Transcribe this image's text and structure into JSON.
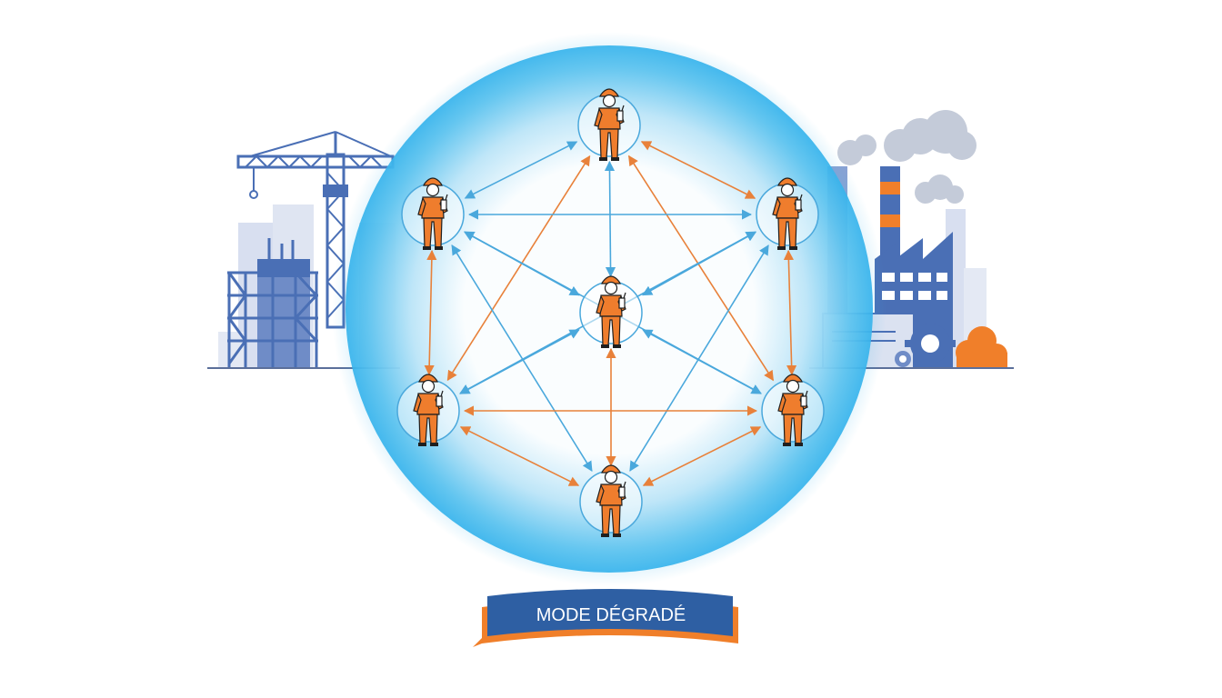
{
  "banner": {
    "label": "MODE DÉGRADÉ",
    "color_fill": "#2e5fa3",
    "color_accent": "#f07f2a",
    "color_text": "#ffffff"
  },
  "colors": {
    "bubble": "#38b4ec",
    "bubble_core": "#ffffff",
    "link_blue": "#4aa8dc",
    "link_orange": "#e8813a",
    "worker_orange": "#ef7d2d",
    "worker_outline": "#1f1f1f",
    "building_blue": "#4a6fb5",
    "building_light": "#c9d3ea",
    "smoke": "#c4cbd9",
    "ground": "#5b6f9a"
  },
  "icons": {
    "left_scene": "construction-site-icon",
    "right_scene": "factory-icon",
    "node": "worker-with-radio-icon"
  },
  "nodes": [
    {
      "id": "top"
    },
    {
      "id": "upper-left"
    },
    {
      "id": "upper-right"
    },
    {
      "id": "center"
    },
    {
      "id": "lower-left"
    },
    {
      "id": "lower-right"
    },
    {
      "id": "bottom"
    }
  ],
  "links": [
    {
      "from": "top",
      "to": "upper-left",
      "color": "blue"
    },
    {
      "from": "top",
      "to": "upper-right",
      "color": "orange"
    },
    {
      "from": "top",
      "to": "center",
      "color": "blue"
    },
    {
      "from": "top",
      "to": "lower-left",
      "color": "orange"
    },
    {
      "from": "top",
      "to": "lower-right",
      "color": "orange"
    },
    {
      "from": "upper-left",
      "to": "upper-right",
      "color": "blue"
    },
    {
      "from": "upper-left",
      "to": "center",
      "color": "blue"
    },
    {
      "from": "upper-left",
      "to": "lower-left",
      "color": "orange"
    },
    {
      "from": "upper-left",
      "to": "lower-right",
      "color": "blue"
    },
    {
      "from": "upper-left",
      "to": "bottom",
      "color": "blue"
    },
    {
      "from": "upper-right",
      "to": "center",
      "color": "blue"
    },
    {
      "from": "upper-right",
      "to": "lower-left",
      "color": "blue"
    },
    {
      "from": "upper-right",
      "to": "lower-right",
      "color": "orange"
    },
    {
      "from": "upper-right",
      "to": "bottom",
      "color": "blue"
    },
    {
      "from": "center",
      "to": "lower-left",
      "color": "blue"
    },
    {
      "from": "center",
      "to": "lower-right",
      "color": "blue"
    },
    {
      "from": "center",
      "to": "bottom",
      "color": "orange"
    },
    {
      "from": "lower-left",
      "to": "lower-right",
      "color": "orange"
    },
    {
      "from": "lower-left",
      "to": "bottom",
      "color": "orange"
    },
    {
      "from": "lower-right",
      "to": "bottom",
      "color": "orange"
    }
  ]
}
